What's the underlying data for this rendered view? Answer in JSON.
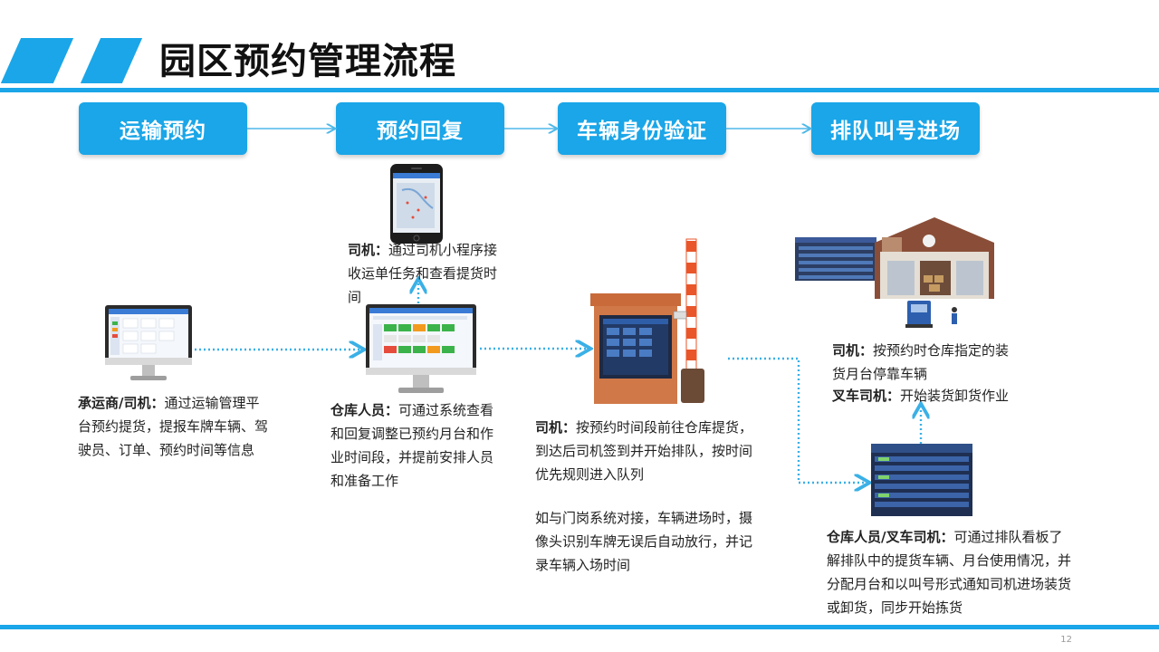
{
  "title": "园区预约管理流程",
  "steps": [
    "运输预约",
    "预约回复",
    "车辆身份验证",
    "排队叫号进场"
  ],
  "texts": {
    "carrier": {
      "label": "承运商/司机：",
      "body": "通过运输管理平台预约提货，提报车牌车辆、驾驶员、订单、预约时间等信息"
    },
    "driver_app": {
      "label": "司机：",
      "body": "通过司机小程序接收运单任务和查看提货时间"
    },
    "warehouse": {
      "label": "仓库人员：",
      "body": "可通过系统查看和回复调整已预约月台和作业时间段，并提前安排人员和准备工作"
    },
    "driver_gate": {
      "label": "司机：",
      "body": "按预约时间段前往仓库提货，到达后司机签到并开始排队，按时间优先规则进入队列"
    },
    "gate_note": "如与门岗系统对接，车辆进场时，摄像头识别车牌无误后自动放行，并记录车辆入场时间",
    "driver_dock": {
      "label": "司机：",
      "body": "按预约时仓库指定的装货月台停靠车辆"
    },
    "forklift": {
      "label": "叉车司机：",
      "body": "开始装货卸货作业"
    },
    "queue_board": {
      "label": "仓库人员/叉车司机：",
      "body": "可通过排队看板了解排队中的提货车辆、月台使用情况，并分配月台和以叫号形式通知司机进场装货或卸货，同步开始拣货"
    }
  },
  "page_number": "12",
  "colors": {
    "accent": "#1aa6e8",
    "arrow": "#4fb8e8",
    "dotted": "#3ab0e6"
  }
}
